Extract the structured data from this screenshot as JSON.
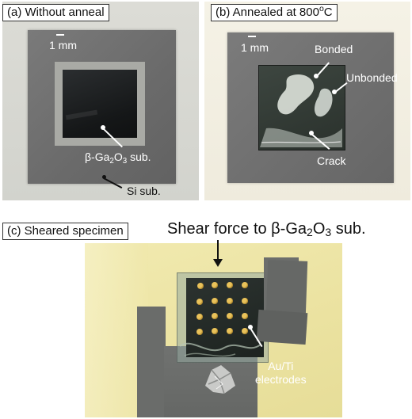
{
  "panels": {
    "a": {
      "caption": "(a) Without anneal",
      "scale": "1 mm",
      "label_ga_prefix": "β-Ga",
      "label_ga_sub1": "2",
      "label_ga_mid": "O",
      "label_ga_sub2": "3",
      "label_ga_suffix": " sub.",
      "label_si": "Si sub."
    },
    "b": {
      "caption_prefix": "(b) Annealed at 800",
      "caption_sup": "o",
      "caption_suffix": "C",
      "scale": "1 mm",
      "label_bonded": "Bonded",
      "label_unbonded": "Unbonded",
      "label_crack": "Crack"
    },
    "c": {
      "caption": "(c) Sheared specimen",
      "title_prefix": "Shear force to β-Ga",
      "title_sub1": "2",
      "title_mid": "O",
      "title_sub2": "3",
      "title_suffix": " sub.",
      "label_au_line1": "Au/Ti",
      "label_au_line2": "electrodes"
    }
  },
  "colors": {
    "si": "#6f6f6f",
    "ga": "#1b1d1e",
    "electrode": "#e9c25a",
    "yellow_bg": "#efe7a8"
  }
}
